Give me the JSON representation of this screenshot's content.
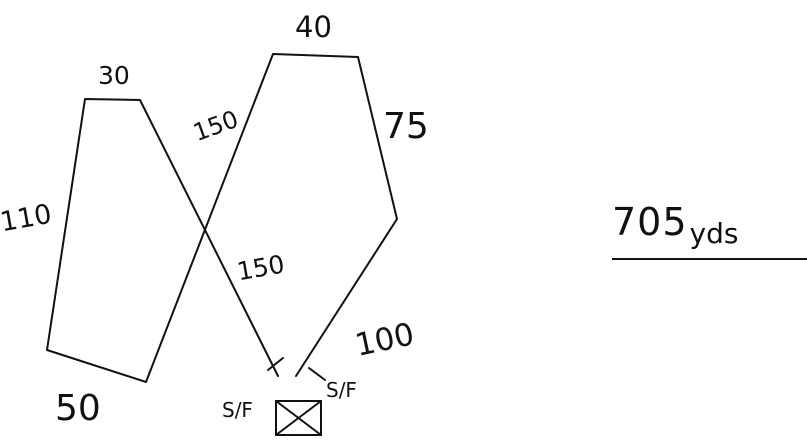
{
  "route": {
    "segments": [
      "30",
      "40",
      "75",
      "110",
      "150",
      "150",
      "100",
      "50"
    ],
    "box_labels": [
      "S/F",
      "S/F"
    ]
  },
  "total": {
    "value": "705",
    "unit": "yds"
  },
  "colors": {
    "ink": "#111111",
    "paper": "#ffffff"
  }
}
